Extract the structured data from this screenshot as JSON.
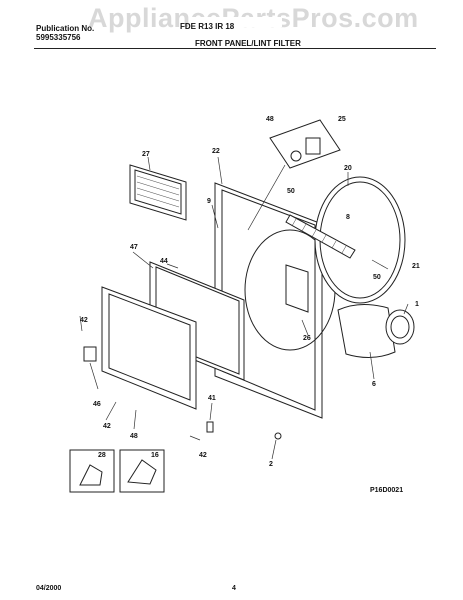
{
  "header": {
    "publication_label": "Publication No.",
    "publication_number": "5995335756",
    "model": "FDE R13 IR 18",
    "section_title": "FRONT PANEL/LINT FILTER"
  },
  "watermark": "AppliancePartsPros.com",
  "drawing_code": "P16D0021",
  "footer": {
    "date": "04/2000",
    "page": "4"
  },
  "callouts": [
    "48",
    "25",
    "22",
    "27",
    "20",
    "9",
    "50",
    "8",
    "47",
    "44",
    "21",
    "50",
    "1",
    "42",
    "26",
    "6",
    "46",
    "41",
    "42",
    "48",
    "42",
    "2",
    "28",
    "16"
  ]
}
